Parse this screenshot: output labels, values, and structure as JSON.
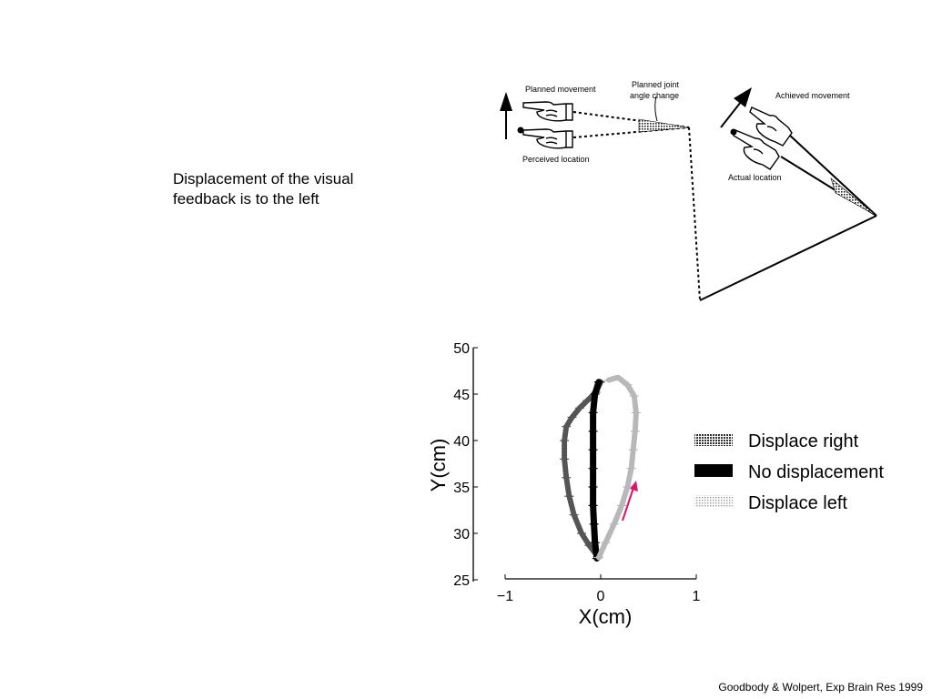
{
  "caption": "Displacement of the visual feedback is to the left",
  "citation": "Goodbody & Wolpert, Exp Brain Res 1999",
  "diagram": {
    "planned_movement": "Planned movement",
    "planned_joint_line1": "Planned joint",
    "planned_joint_line2": "angle change",
    "perceived_location": "Perceived location",
    "achieved_movement": "Achieved movement",
    "actual_location": "Actual location"
  },
  "chart_data": {
    "type": "line",
    "xlabel": "X(cm)",
    "ylabel": "Y(cm)",
    "xlim": [
      -1,
      1
    ],
    "ylim": [
      25,
      50
    ],
    "xticks": [
      -1,
      0,
      1
    ],
    "yticks": [
      25,
      30,
      35,
      40,
      45,
      50
    ],
    "x_tick_labels": [
      "−1",
      "0",
      "1"
    ],
    "grid": false,
    "legend_position": "right",
    "series": [
      {
        "name": "Displace right",
        "color": "#555555",
        "points": [
          [
            -0.03,
            27.5
          ],
          [
            -0.12,
            28.7
          ],
          [
            -0.2,
            30
          ],
          [
            -0.28,
            32
          ],
          [
            -0.33,
            34
          ],
          [
            -0.36,
            36
          ],
          [
            -0.38,
            38
          ],
          [
            -0.38,
            40
          ],
          [
            -0.36,
            41.5
          ],
          [
            -0.3,
            42.5
          ],
          [
            -0.22,
            43.5
          ],
          [
            -0.14,
            44.3
          ],
          [
            -0.05,
            45.2
          ],
          [
            0.0,
            46.3
          ]
        ]
      },
      {
        "name": "No displacement",
        "color": "#000000",
        "points": [
          [
            -0.04,
            27.3
          ],
          [
            -0.06,
            29
          ],
          [
            -0.07,
            31
          ],
          [
            -0.08,
            33
          ],
          [
            -0.08,
            35
          ],
          [
            -0.08,
            37
          ],
          [
            -0.08,
            39
          ],
          [
            -0.08,
            41
          ],
          [
            -0.08,
            43
          ],
          [
            -0.06,
            45
          ],
          [
            -0.02,
            46.3
          ]
        ]
      },
      {
        "name": "Displace left",
        "color": "#b8b8b8",
        "points": [
          [
            -0.02,
            27.4
          ],
          [
            0.05,
            29
          ],
          [
            0.14,
            31
          ],
          [
            0.22,
            33
          ],
          [
            0.28,
            35
          ],
          [
            0.32,
            37
          ],
          [
            0.34,
            39
          ],
          [
            0.36,
            41
          ],
          [
            0.37,
            43
          ],
          [
            0.35,
            44.8
          ],
          [
            0.28,
            46
          ],
          [
            0.18,
            46.8
          ],
          [
            0.08,
            46.5
          ]
        ]
      }
    ]
  }
}
